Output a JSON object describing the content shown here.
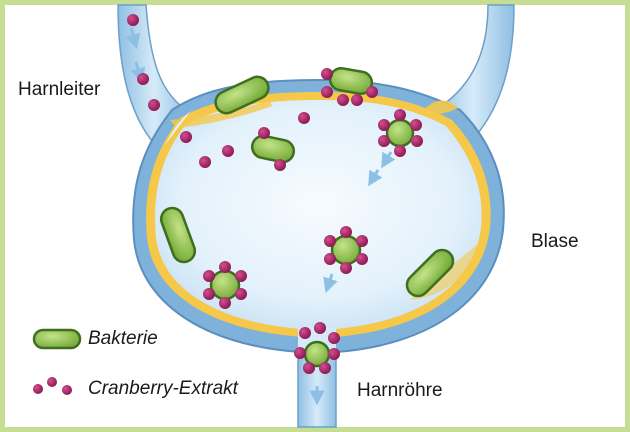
{
  "labels": {
    "ureter": "Harnleiter",
    "bladder": "Blase",
    "urethra": "Harnröhre"
  },
  "legend": {
    "bacteria": "Bakterie",
    "extract": "Cranberry-Extrakt"
  },
  "colors": {
    "frame": "#c6de93",
    "bacteria_fill": "#8cc04a",
    "extract_fill": "#a0205f",
    "urine": "#e3f1fb",
    "wall": "#79add6",
    "lining": "#f5c84a"
  }
}
